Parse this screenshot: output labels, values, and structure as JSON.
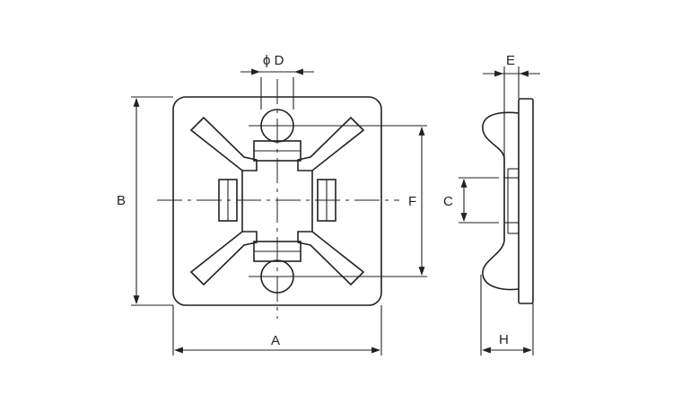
{
  "labels": {
    "diameter_d": "ϕ D",
    "a": "A",
    "b": "B",
    "c": "C",
    "e": "E",
    "f": "F",
    "h": "H"
  },
  "colors": {
    "line": "#222222",
    "background": "#ffffff"
  }
}
